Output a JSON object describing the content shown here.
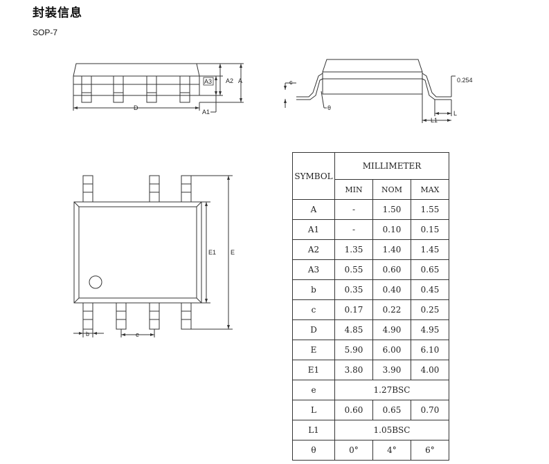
{
  "header": {
    "title": "封装信息",
    "subtitle": "SOP-7"
  },
  "side_view": {
    "labels": {
      "a3": "A3",
      "a2": "A2",
      "a": "A",
      "d": "D",
      "a1": "A1"
    }
  },
  "end_view": {
    "labels": {
      "c": "c",
      "theta": "θ",
      "dim_0254": "0.254",
      "l": "L",
      "l1": "L1"
    }
  },
  "top_view": {
    "labels": {
      "e1": "E1",
      "e": "E",
      "b": "b",
      "pitch": "e"
    }
  },
  "table": {
    "symbol_header": "SYMBOL",
    "unit_header": "MILLIMETER",
    "columns": [
      "MIN",
      "NOM",
      "MAX"
    ],
    "rows": [
      {
        "symbol": "A",
        "min": "-",
        "nom": "1.50",
        "max": "1.55"
      },
      {
        "symbol": "A1",
        "min": "-",
        "nom": "0.10",
        "max": "0.15"
      },
      {
        "symbol": "A2",
        "min": "1.35",
        "nom": "1.40",
        "max": "1.45"
      },
      {
        "symbol": "A3",
        "min": "0.55",
        "nom": "0.60",
        "max": "0.65"
      },
      {
        "symbol": "b",
        "min": "0.35",
        "nom": "0.40",
        "max": "0.45"
      },
      {
        "symbol": "c",
        "min": "0.17",
        "nom": "0.22",
        "max": "0.25"
      },
      {
        "symbol": "D",
        "min": "4.85",
        "nom": "4.90",
        "max": "4.95"
      },
      {
        "symbol": "E",
        "min": "5.90",
        "nom": "6.00",
        "max": "6.10"
      },
      {
        "symbol": "E1",
        "min": "3.80",
        "nom": "3.90",
        "max": "4.00"
      },
      {
        "symbol": "e",
        "merged": "1.27BSC"
      },
      {
        "symbol": "L",
        "min": "0.60",
        "nom": "0.65",
        "max": "0.70"
      },
      {
        "symbol": "L1",
        "merged": "1.05BSC"
      },
      {
        "symbol": "θ",
        "min": "0°",
        "nom": "4°",
        "max": "6°"
      }
    ]
  }
}
